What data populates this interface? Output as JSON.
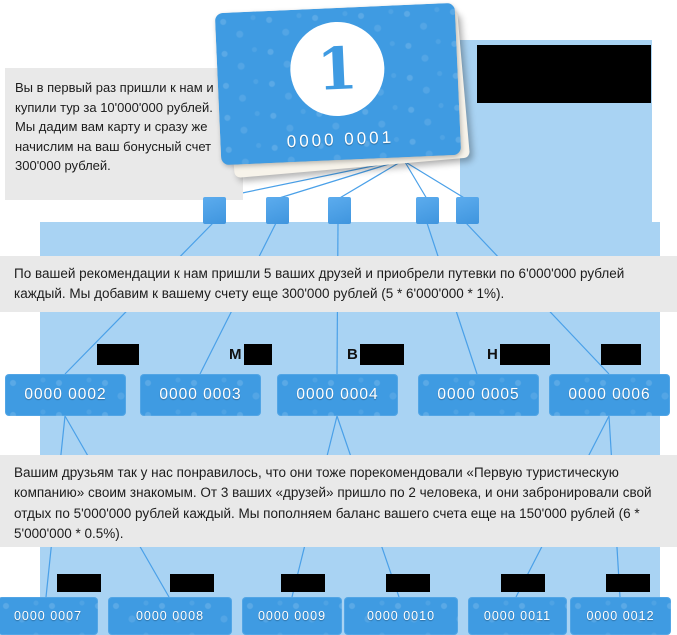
{
  "colors": {
    "card_blue": "#3f9be2",
    "light_blue_background": "#a9d3f3",
    "gray_box": "#e9e9e9",
    "redacted_black": "#000000"
  },
  "intro_box": {
    "text": "Вы в первый раз пришли к нам и купили тур за 10'000'000 рублей. Мы дадим вам карту и сразу же начислим на ваш бонусный счет 300'000 рублей."
  },
  "main_card": {
    "logo_digit": "1",
    "number": "0000 0001"
  },
  "level1": {
    "note": "По вашей рекомендации к нам пришли 5 ваших друзей и приобрели путевки по 6'000'000 рублей каждый. Мы добавим к вашему счету еще 300'000 рублей (5 * 6'000'000 * 1%).",
    "cards": [
      {
        "number": "0000 0002",
        "visible_letter": ""
      },
      {
        "number": "0000 0003",
        "visible_letter": "М"
      },
      {
        "number": "0000 0004",
        "visible_letter": "В"
      },
      {
        "number": "0000 0005",
        "visible_letter": "Н"
      },
      {
        "number": "0000 0006",
        "visible_letter": ""
      }
    ]
  },
  "level2": {
    "note": "Вашим друзьям так у нас понравилось, что они тоже порекомендовали «Первую туристическую компанию» своим знакомым. От 3 ваших «друзей» пришло по 2 человека, и они забронировали свой отдых по 5'000'000 рублей каждый. Мы пополняем баланс вашего счета еще на 150'000 рублей (6 * 5'000'000 * 0.5%).",
    "cards": [
      {
        "number": "0000 0007"
      },
      {
        "number": "0000 0008"
      },
      {
        "number": "0000 0009"
      },
      {
        "number": "0000 0010"
      },
      {
        "number": "0000 0011"
      },
      {
        "number": "0000 0012"
      }
    ]
  }
}
